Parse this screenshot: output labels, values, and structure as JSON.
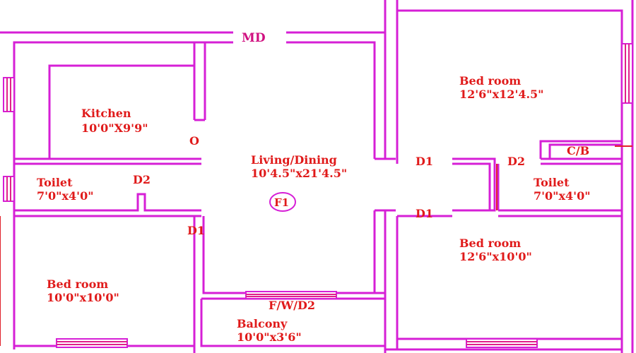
{
  "labels": {
    "main_door": "MD",
    "opening": "O",
    "fixture": "F1",
    "cb": "C/B",
    "door_d1_left": "D1",
    "door_d1_top": "D1",
    "door_d1_bottom": "D1",
    "door_d2_left": "D2",
    "door_d2_right": "D2",
    "fwd2": "F/W/D2"
  },
  "rooms": {
    "kitchen": {
      "name": "Kitchen",
      "size": "10'0\"X9'9\""
    },
    "living": {
      "name": "Living/Dining",
      "size": "10'4.5\"x21'4.5\""
    },
    "toilet_left": {
      "name": "Toilet",
      "size": "7'0\"x4'0\""
    },
    "toilet_right": {
      "name": "Toilet",
      "size": "7'0\"x4'0\""
    },
    "bed_left": {
      "name": "Bed room",
      "size": "10'0\"x10'0\""
    },
    "bed_top_right": {
      "name": "Bed room",
      "size": "12'6\"x12'4.5\""
    },
    "bed_bottom_right": {
      "name": "Bed room",
      "size": "12'6\"x10'0\""
    },
    "balcony": {
      "name": "Balcony",
      "size": "10'0\"x3'6\""
    }
  },
  "colors": {
    "wall": "#d61fd6",
    "label": "#e01a1a",
    "background": "#ffffff"
  }
}
